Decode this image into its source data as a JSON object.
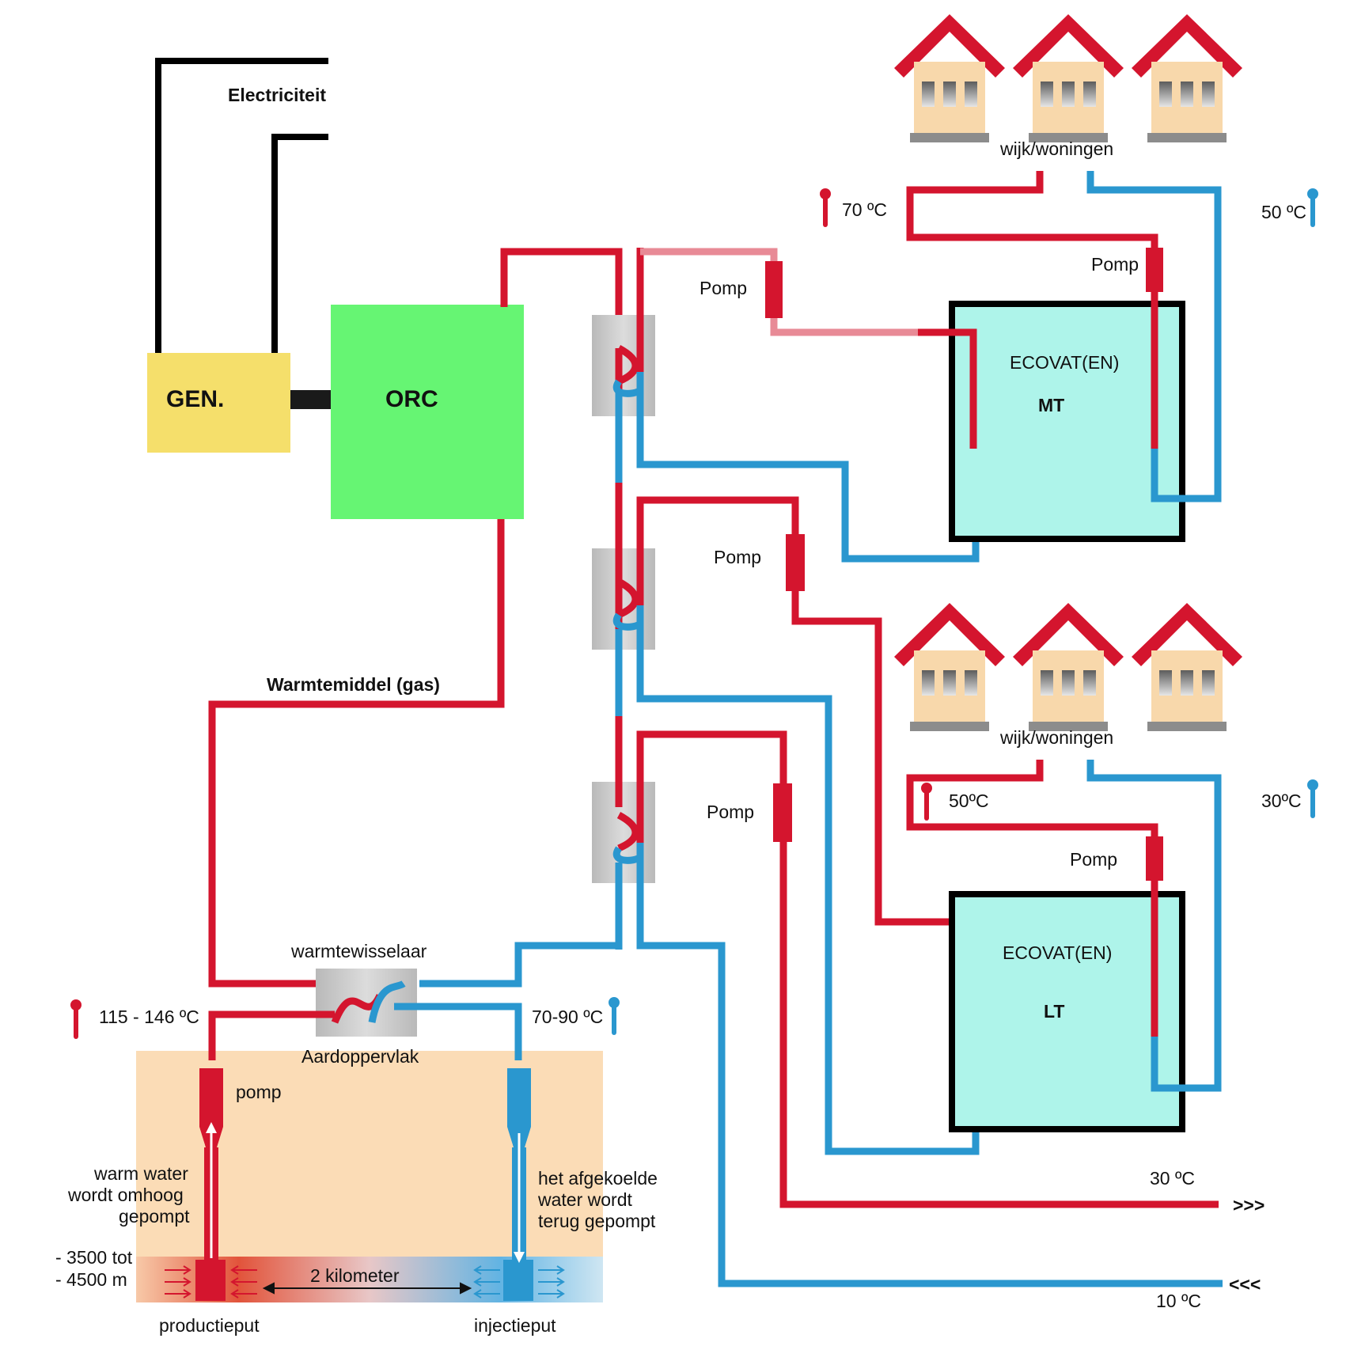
{
  "labels": {
    "electricity": "Electriciteit",
    "generator": "GEN.",
    "orc": "ORC",
    "heat_medium": "Warmtemiddel (gas)",
    "heat_exchanger": "warmtewisselaar",
    "surface": "Aardoppervlak",
    "pump_lower": "pomp",
    "warm_water_up": [
      "warm water",
      "wordt omhoog",
      "gepompt"
    ],
    "cooled_water_back": [
      "het afgekoelde",
      "water wordt",
      "terug gepompt"
    ],
    "depth": [
      "- 3500 tot",
      "- 4500 m"
    ],
    "distance": "2 kilometer",
    "production_well": "productieput",
    "injection_well": "injectieput",
    "neighborhood_top": "wijk/woningen",
    "neighborhood_bottom": "wijk/woningen",
    "ecovat_mt_title": "ECOVAT(EN)",
    "ecovat_mt_code": "MT",
    "ecovat_lt_title": "ECOVAT(EN)",
    "ecovat_lt_code": "LT",
    "pump": "Pomp",
    "temp_production": "115 - 146 ºC",
    "temp_return": "70-90 ºC",
    "temp_mt_supply": "70 ºC",
    "temp_mt_return": "50 ºC",
    "temp_lt_supply": "50ºC",
    "temp_lt_return": "30ºC",
    "temp_out": "30 ºC",
    "temp_in": "10 ºC",
    "arrow_out": ">>>",
    "arrow_in": "<<<"
  },
  "colors": {
    "hot": "#d4152e",
    "cold": "#2a97cf",
    "generator": "#f5df6b",
    "orc": "#66f573",
    "ecovat": "#aef4ea",
    "ground": "#fbdcb6",
    "house_wall": "#f8d8ab",
    "house_roof": "#d4152e"
  }
}
